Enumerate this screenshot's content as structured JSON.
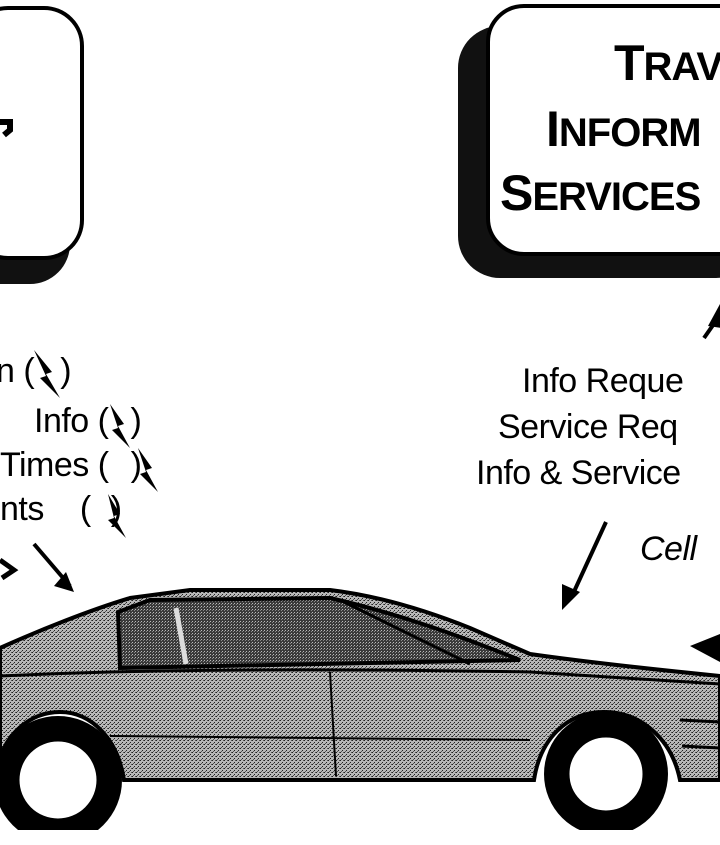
{
  "tis_box": {
    "lines": [
      "Trav",
      "Inform",
      "Services"
    ]
  },
  "left_labels": {
    "line1": "n (",
    "line1_end": ")",
    "line2": "Info (",
    "line2_end": ")",
    "line3": "Times (",
    "line3_end": ")",
    "line4": "nts",
    "line4_paren_open": "(",
    "line4_end": ")"
  },
  "right_labels": {
    "info_request": "Info Reque",
    "service_request": "Service Req",
    "info_service": "Info & Service"
  },
  "cellular_label": "Cell",
  "colors": {
    "ink": "#000000",
    "box_fill": "#ffffff",
    "shadow": "#111111",
    "car_body": "#9a9a9a",
    "car_window": "#4a4a4a"
  }
}
